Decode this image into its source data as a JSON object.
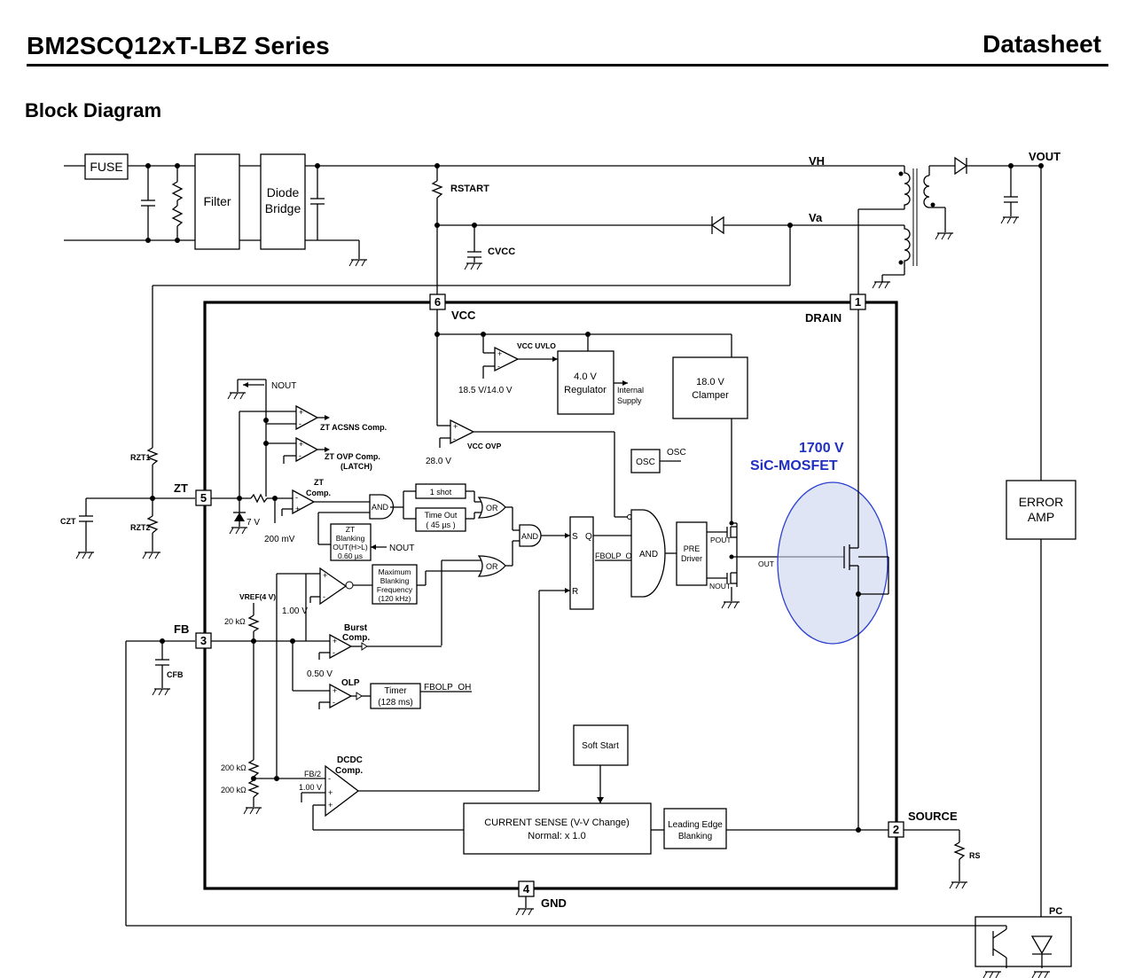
{
  "header": {
    "title": "BM2SCQ12xT-LBZ Series",
    "right": "Datasheet"
  },
  "section_title": "Block Diagram",
  "blocks": {
    "fuse": "FUSE",
    "filter": "Filter",
    "diode_bridge_1": "Diode",
    "diode_bridge_2": "Bridge",
    "regulator_1": "4.0 V",
    "regulator_2": "Regulator",
    "internal_1": "Internal",
    "internal_2": "Supply",
    "clamper_1": "18.0 V",
    "clamper_2": "Clamper",
    "osc_box": "OSC",
    "osc_out": "OSC",
    "one_shot": "1 shot",
    "time_out_1": "Time Out",
    "time_out_2": "( 45 µs )",
    "zt_blank_1": "ZT",
    "zt_blank_2": "Blanking",
    "zt_blank_3": "OUT(H>L)",
    "zt_blank_4": "0.60 µs",
    "max_blank_1": "Maximum",
    "max_blank_2": "Blanking",
    "max_blank_3": "Frequency",
    "max_blank_4": "(120 kHz)",
    "timer_1": "Timer",
    "timer_2": "(128 ms)",
    "soft_start": "Soft Start",
    "current_sense_1": "CURRENT SENSE (V-V Change)",
    "current_sense_2": "Normal: x 1.0",
    "leb_1": "Leading Edge",
    "leb_2": "Blanking",
    "pre_1": "PRE",
    "pre_2": "Driver",
    "error_amp_1": "ERROR",
    "error_amp_2": "AMP",
    "sr_s": "S",
    "sr_q": "Q",
    "sr_r": "R"
  },
  "gates": {
    "and": "AND",
    "or": "OR"
  },
  "labels": {
    "rstart": "RSTART",
    "cvcc": "CVCC",
    "vh": "VH",
    "va": "Va",
    "vout": "VOUT",
    "vcc_uvlo": "VCC UVLO",
    "uvlo_th": "18.5 V/14.0 V",
    "vcc_ovp": "VCC OVP",
    "ovp_th": "28.0 V",
    "nout": "NOUT",
    "zt_acsns": "ZT ACSNS Comp.",
    "zt_ovp_1": "ZT OVP Comp.",
    "zt_ovp_2": "(LATCH)",
    "zt_comp_1": "ZT",
    "zt_comp_2": "Comp.",
    "v7": "7 V",
    "mv200": "200 mV",
    "v100": "1.00 V",
    "vref": "VREF(4 V)",
    "r20k": "20 kΩ",
    "burst_1": "Burst",
    "burst_2": "Comp.",
    "v050": "0.50 V",
    "olp": "OLP",
    "fbolp": "FBOLP_OH",
    "fbolp_in": "FBOLP_OH",
    "r200k_1": "200 kΩ",
    "r200k_2": "200 kΩ",
    "fb2": "FB/2",
    "v100b": "1.00 V",
    "dcdc_1": "DCDC",
    "dcdc_2": "Comp.",
    "rzt1": "RZT1",
    "rzt2": "RZT2",
    "czt": "CZT",
    "cfb": "CFB",
    "rs": "RS",
    "pc": "PC",
    "pout": "POUT",
    "nout_drv": "NOUT",
    "out": "OUT",
    "mosfet_1": "1700 V",
    "mosfet_2": "SiC-MOSFET"
  },
  "pins": {
    "p1_num": "1",
    "p1_name": "DRAIN",
    "p2_num": "2",
    "p2_name": "SOURCE",
    "p3_num": "3",
    "p3_name": "FB",
    "p4_num": "4",
    "p4_name": "GND",
    "p5_num": "5",
    "p5_name": "ZT",
    "p6_num": "6",
    "p6_name": "VCC"
  }
}
